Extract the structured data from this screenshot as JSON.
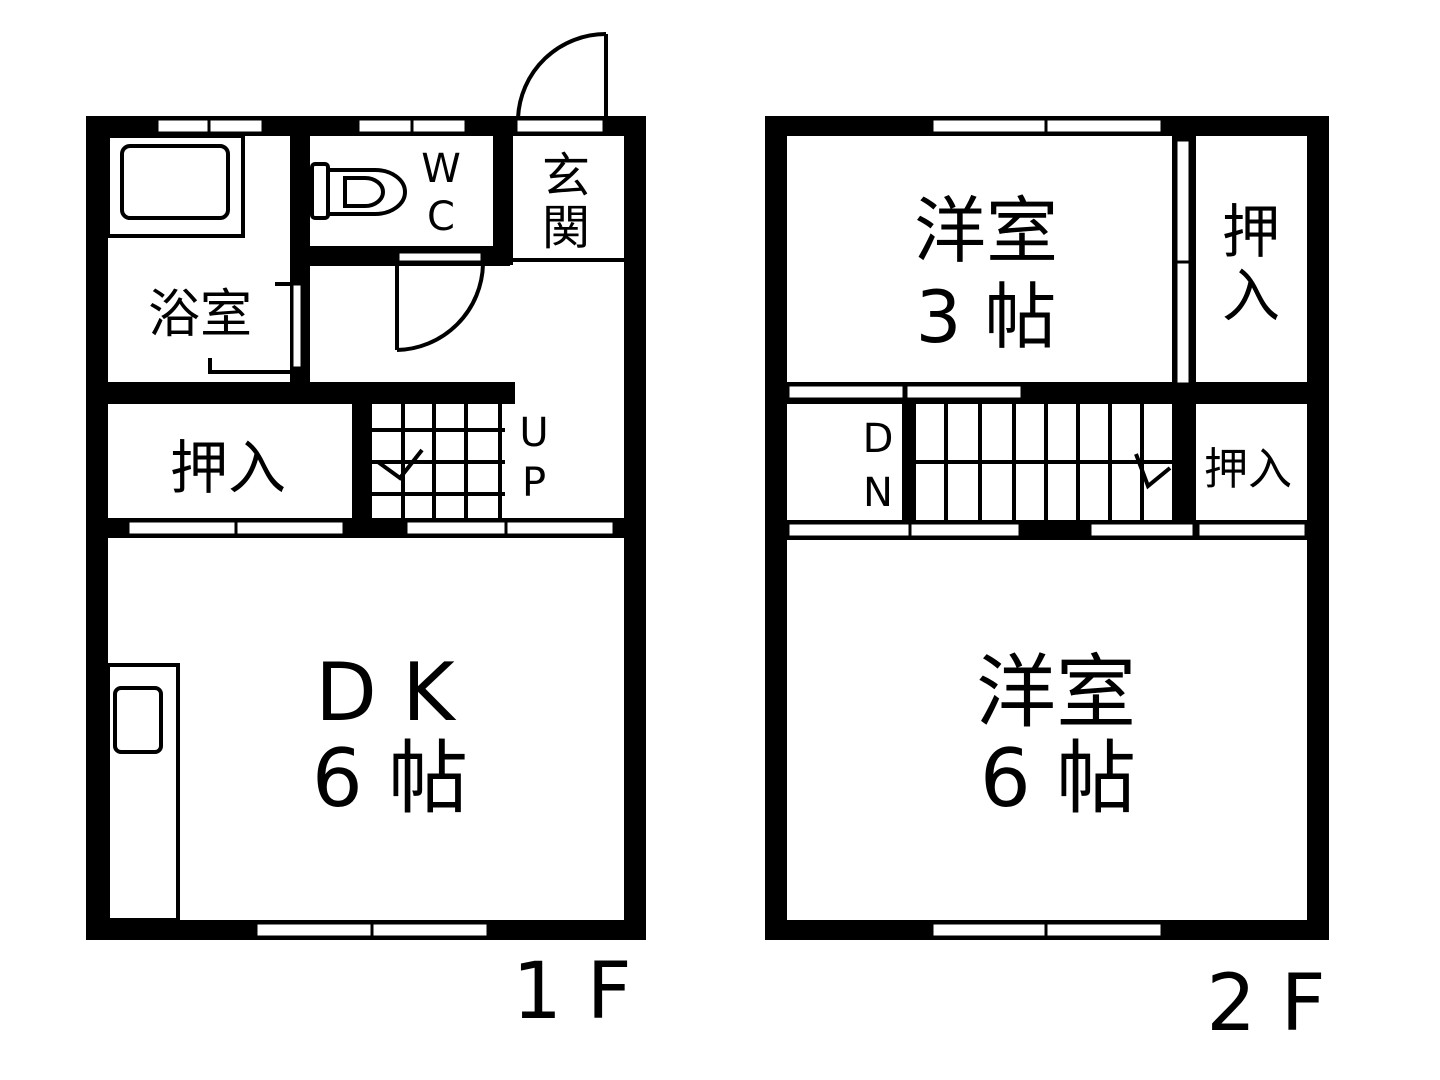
{
  "floors": [
    {
      "id": "1f",
      "label": "1 F",
      "rooms": {
        "bath": "浴室",
        "wc_line1": "W",
        "wc_line2": "C",
        "entrance_line1": "玄",
        "entrance_line2": "関",
        "closet": "押入",
        "stairs_line1": "U",
        "stairs_line2": "P",
        "dk_line1": "D K",
        "dk_line2": "6 帖"
      }
    },
    {
      "id": "2f",
      "label": "2 F",
      "rooms": {
        "western_small_line1": "洋室",
        "western_small_line2": "3 帖",
        "closet_upper_line1": "押",
        "closet_upper_line2": "入",
        "stairs_line1": "D",
        "stairs_line2": "N",
        "closet_lower": "押入",
        "western_large_line1": "洋室",
        "western_large_line2": "6 帖"
      }
    }
  ]
}
